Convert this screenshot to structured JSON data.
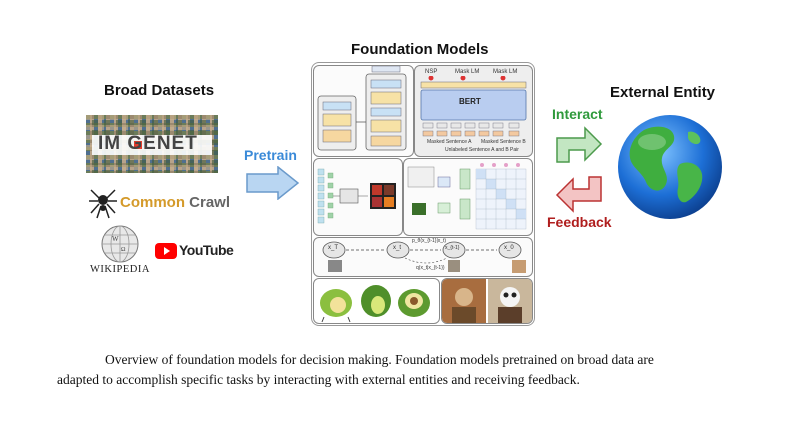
{
  "left": {
    "title": "Broad Datasets",
    "imagenet": "IM  GENET",
    "common_crawl_a": "Common",
    "common_crawl_b": "Crawl",
    "wikipedia": "WIKIPEDIA",
    "youtube": "YouTube"
  },
  "center": {
    "title": "Foundation Models",
    "bert": "BERT",
    "nsp": "NSP",
    "mask_lm_a": "Mask LM",
    "mask_lm_b": "Mask LM",
    "masked_a": "Masked Sentence A",
    "masked_b": "Masked Sentence B",
    "unlabeled": "Unlabeled Sentence A and B Pair",
    "x_t": "x_T",
    "x_t_small": "x_t",
    "x_t_minus": "x_{t-1}",
    "x_0": "x_0",
    "p_label": "p_θ(x_{t-1}|x_t)",
    "q_label": "q(x_t|x_{t-1})"
  },
  "flow": {
    "pretrain": "Pretrain",
    "interact": "Interact",
    "feedback": "Feedback"
  },
  "right": {
    "title": "External Entity"
  },
  "caption": {
    "line1": "Overview of foundation models for decision making. Foundation models pretrained on broad data are",
    "line2": "adapted to accomplish specific tasks by interacting with external entities and receiving feedback."
  },
  "colors": {
    "arrow_blue": "#b9d6f2",
    "arrow_green": "#c3e6c2",
    "arrow_red": "#f3c4c4",
    "ocean": "#1d6fd6",
    "land": "#3fae3f"
  }
}
